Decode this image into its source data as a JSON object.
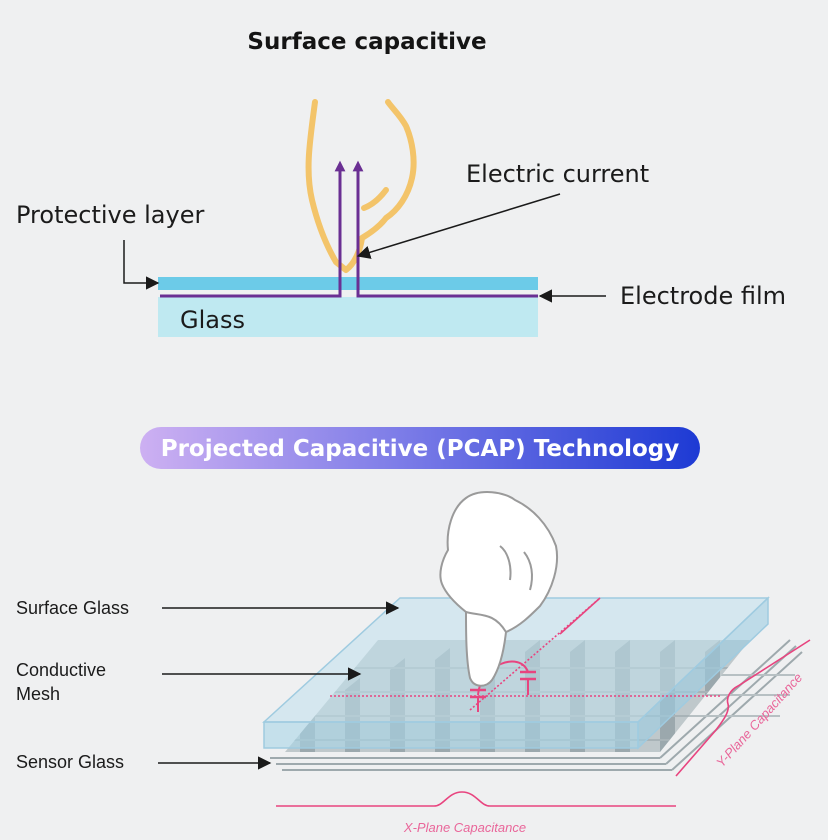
{
  "section1": {
    "title": "Surface capacitive",
    "labels": {
      "electric_current": "Electric current",
      "protective_layer": "Protective layer",
      "glass": "Glass",
      "electrode_film": "Electrode film"
    }
  },
  "section2": {
    "title": "Projected Capacitive (PCAP) Technology",
    "labels": {
      "surface_glass": "Surface Glass",
      "conductive_mesh_line1": "Conductive",
      "conductive_mesh_line2": "Mesh",
      "sensor_glass": "Sensor Glass",
      "y_plane": "Y-Plane Capacitance",
      "x_plane": "X-Plane Capacitance"
    }
  },
  "colors": {
    "hand_outline": "#f3c46a",
    "current_arrow": "#6a2f93",
    "protective_layer": "#6ccbe8",
    "glass": "#bfe9f1",
    "pill_gradient_start": "#c9a8f0",
    "pill_gradient_end": "#1f3fd6",
    "capacitance": "#e8447f",
    "mesh": "#9ea9ad"
  }
}
